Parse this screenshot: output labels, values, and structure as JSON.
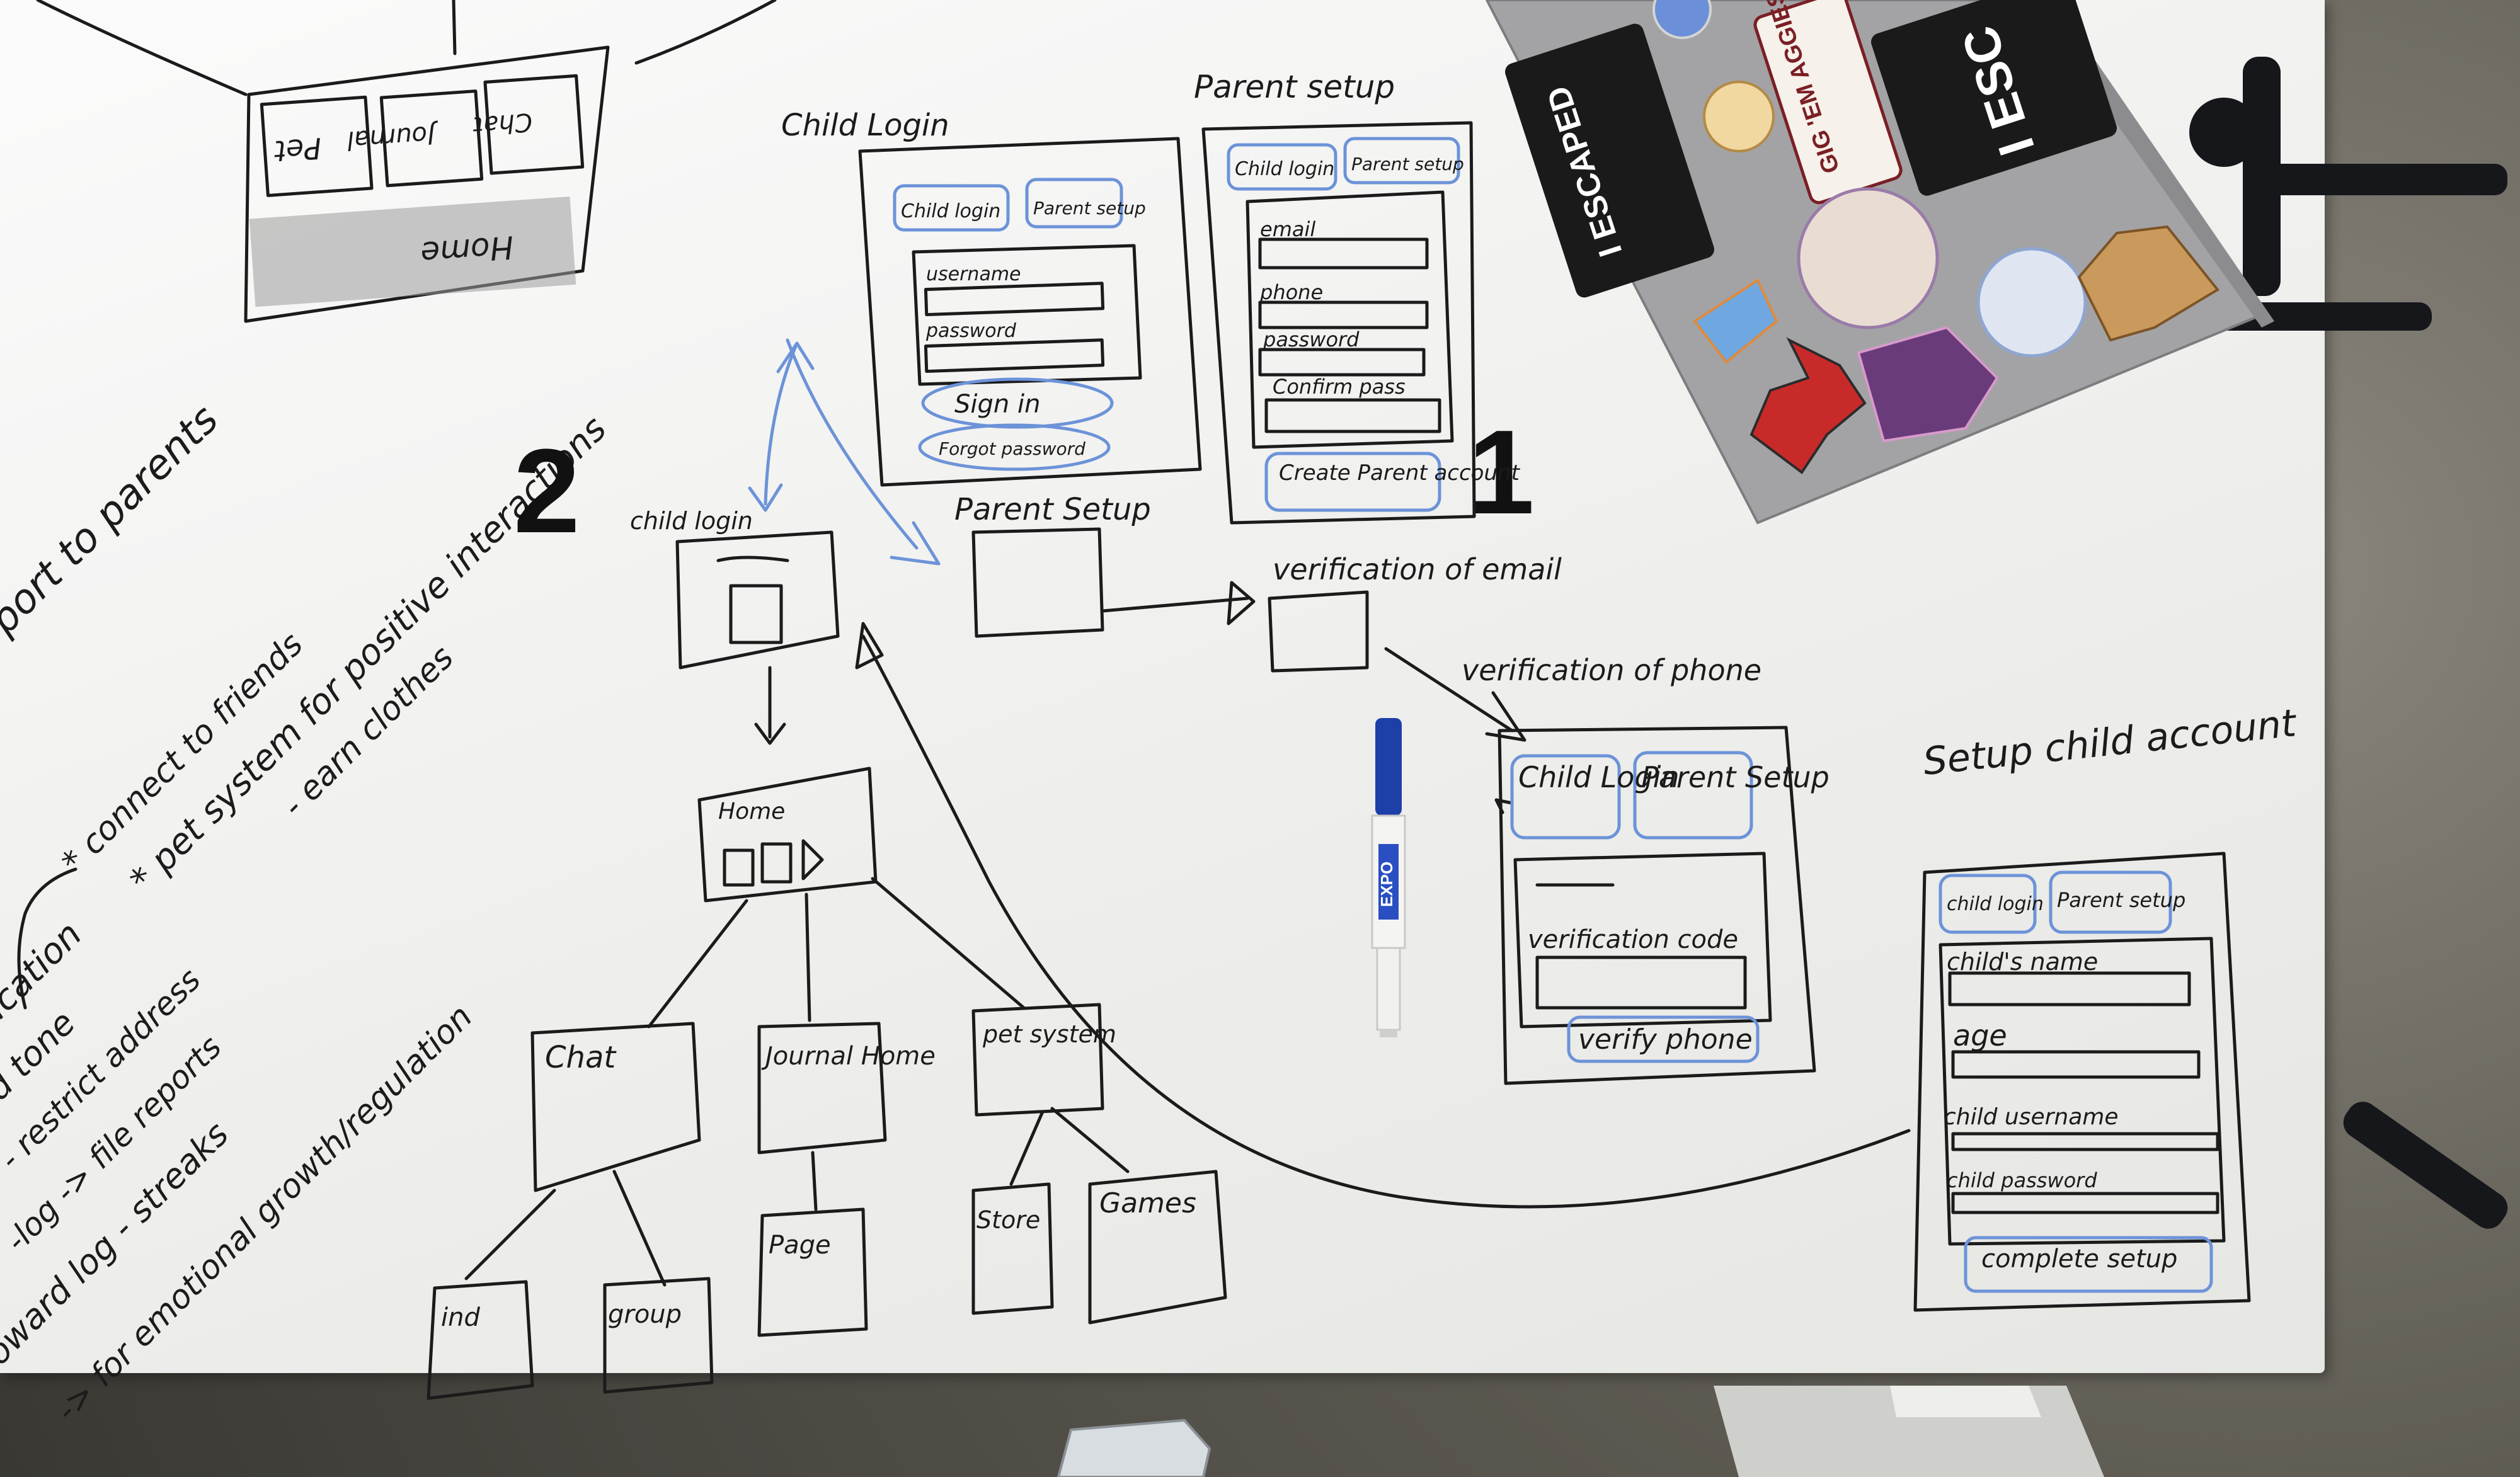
{
  "left_notes": [
    "port to parents",
    "* connect to friends",
    "* pet system for positive interactions",
    "- earn clothes",
    "ication",
    "d tone",
    "- restrict address",
    "-log -> file reports",
    "oward log - streaks",
    "-> for emotional growth/regulation"
  ],
  "top_home_sketch": {
    "tiles": [
      "Pet",
      "Journal",
      "Chat"
    ],
    "title": "Home"
  },
  "markers": {
    "two": "2",
    "one": "1"
  },
  "child_login_mock": {
    "heading": "Child Login",
    "tab_child": "Child login",
    "tab_parent": "Parent setup",
    "username": "username",
    "password": "password",
    "sign_in": "Sign in",
    "forgot": "Forgot password"
  },
  "parent_setup_mock": {
    "heading": "Parent setup",
    "tab_child": "Child login",
    "tab_parent": "Parent setup",
    "email": "email",
    "phone": "phone",
    "password": "password",
    "confirm": "Confirm pass",
    "button": "Create Parent account"
  },
  "flow": {
    "child_login": "child login",
    "parent_setup": "Parent Setup",
    "verification_email": "verification of email",
    "verification_phone": "verification of phone",
    "home": "Home",
    "chat": "Chat",
    "journal": "Journal Home",
    "pet": "pet system",
    "ind": "ind",
    "group": "group",
    "page": "Page",
    "store": "Store",
    "games": "Games"
  },
  "verify_phone_mock": {
    "tab_child": "Child Login",
    "tab_parent": "Parent Setup",
    "code_label": "verification code",
    "button": "verify phone"
  },
  "setup_child_mock": {
    "heading": "Setup child account",
    "tab_child": "child login",
    "tab_parent": "Parent setup",
    "name": "child's name",
    "age": "age",
    "username": "child username",
    "password": "child password",
    "button": "complete setup"
  },
  "marker_pen": {
    "brand": "EXPO"
  },
  "laptop_stickers": [
    "I ESCAPED",
    "GIG 'EM AGGIES",
    "I ESC"
  ]
}
